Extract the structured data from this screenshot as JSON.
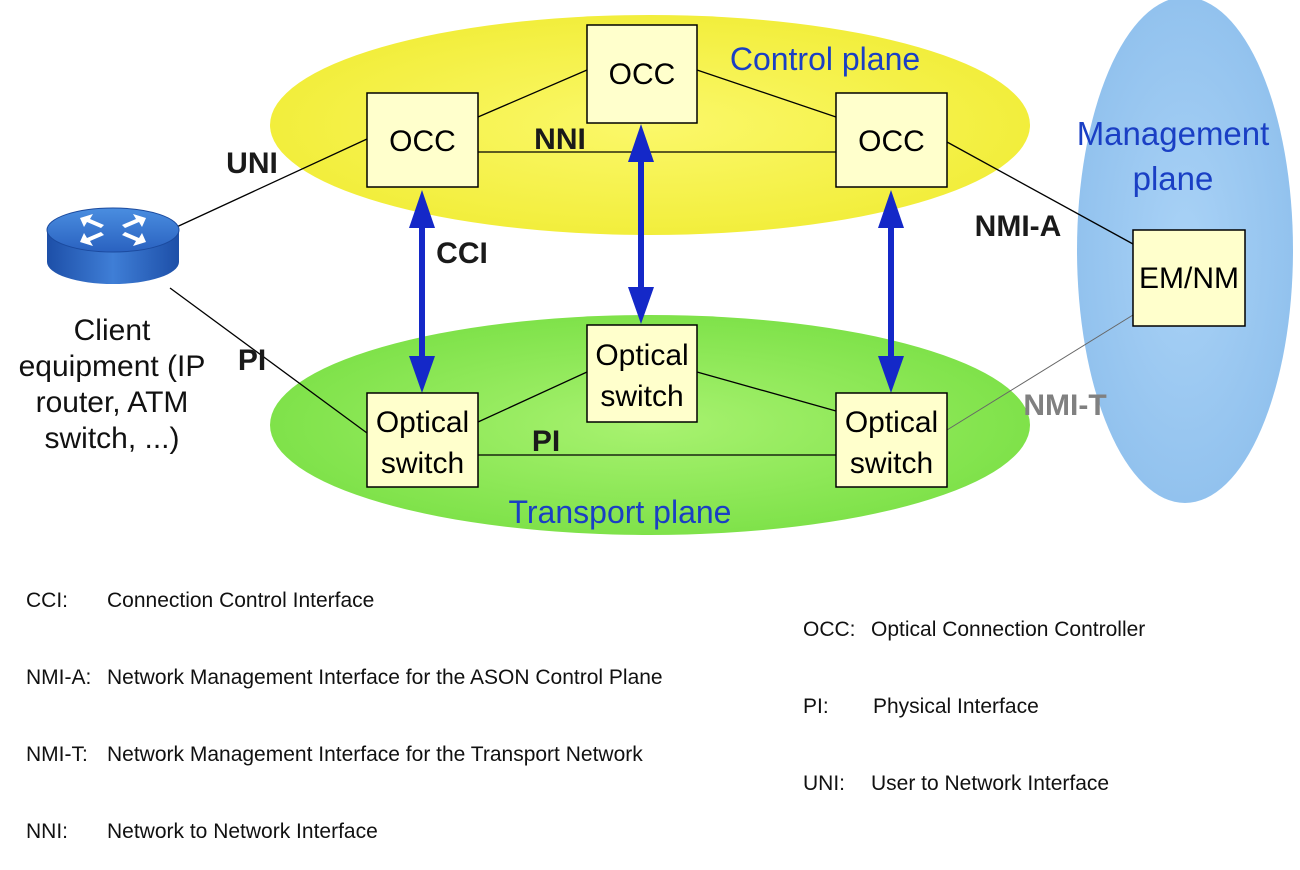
{
  "planes": {
    "control": "Control plane",
    "transport": "Transport plane",
    "management_line1": "Management",
    "management_line2": "plane"
  },
  "nodes": {
    "occ_left": "OCC",
    "occ_top": "OCC",
    "occ_right": "OCC",
    "switch_left_line1": "Optical",
    "switch_left_line2": "switch",
    "switch_mid_line1": "Optical",
    "switch_mid_line2": "switch",
    "switch_right_line1": "Optical",
    "switch_right_line2": "switch",
    "em_nm": "EM/NM"
  },
  "interfaces": {
    "uni": "UNI",
    "nni": "NNI",
    "cci": "CCI",
    "pi_client": "PI",
    "pi_transport": "PI",
    "nmi_a": "NMI-A",
    "nmi_t": "NMI-T"
  },
  "client": {
    "line1": "Client",
    "line2": "equipment (IP",
    "line3": "router, ATM",
    "line4": "switch, ...)",
    "icon": "router-icon"
  },
  "colors": {
    "control_plane": "#f6f24a",
    "transport_plane": "#8fe85a",
    "management_plane": "#9ec9f2",
    "node_fill": "#ffffcc",
    "arrow": "#1428c8",
    "title": "#1a3fc4"
  },
  "legend": {
    "left": [
      {
        "key": "CCI:",
        "desc": "Connection Control Interface"
      },
      {
        "key": "NMI-A:",
        "desc": "Network Management Interface for the ASON Control Plane"
      },
      {
        "key": "NMI-T:",
        "desc": "Network Management Interface for the Transport Network"
      },
      {
        "key": "NNI:",
        "desc": "Network to Network Interface"
      }
    ],
    "right": [
      {
        "key": "OCC:",
        "desc": "Optical Connection Controller"
      },
      {
        "key": "PI:",
        "desc": "Physical Interface"
      },
      {
        "key": "UNI:",
        "desc": "User to Network Interface"
      }
    ]
  }
}
